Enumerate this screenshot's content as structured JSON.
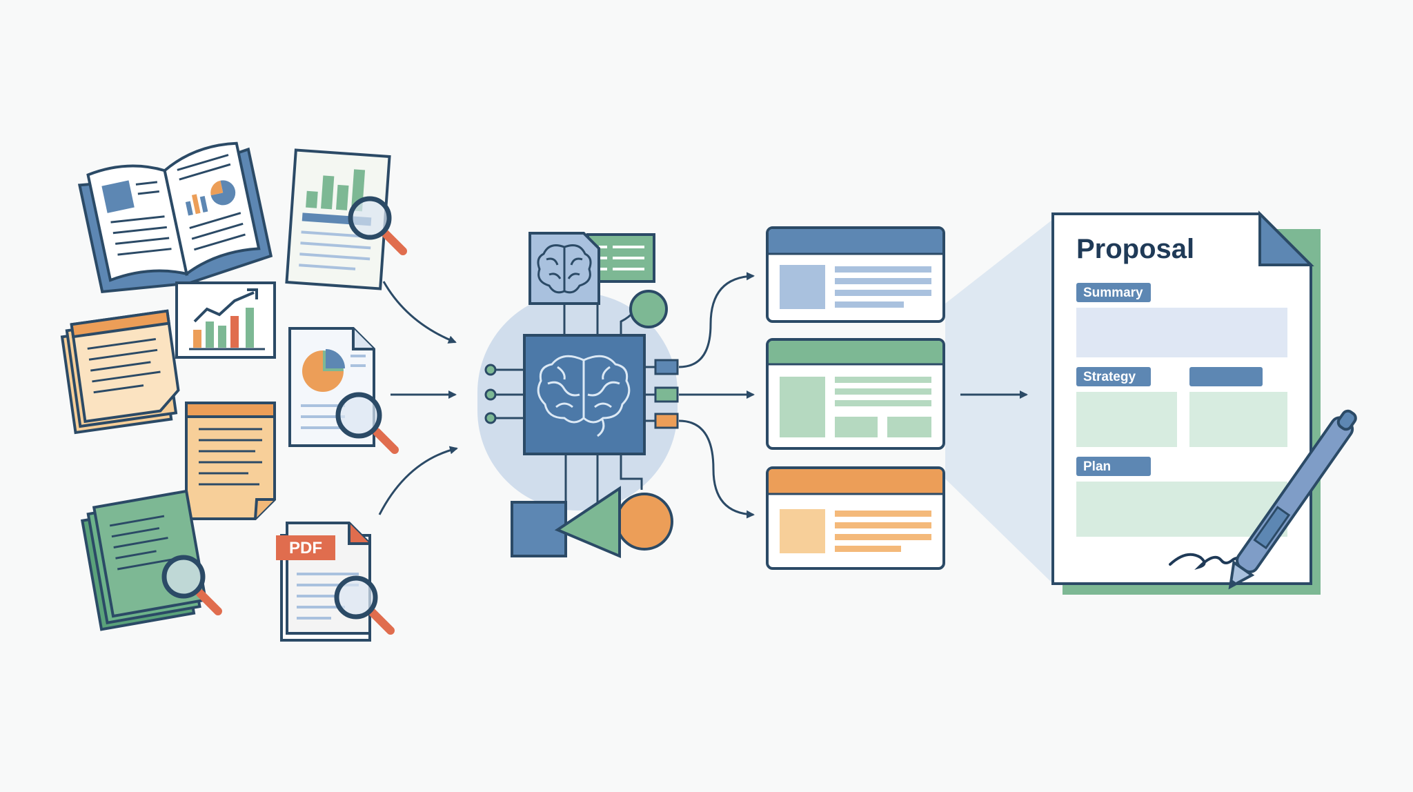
{
  "colors": {
    "ink": "#2b4a66",
    "blue": "#5d87b3",
    "blue_light": "#a9c1de",
    "blue_pale": "#dce6f2",
    "green": "#7db894",
    "green_light": "#cfe6d7",
    "orange": "#ec9e58",
    "orange_light": "#f7cf99",
    "orange_pale": "#fbe3c1",
    "red": "#e06d4e",
    "paper": "#ffffff",
    "background": "#f8f9f9"
  },
  "inputs": {
    "pdf_label": "PDF",
    "items": [
      "open-book-icon",
      "bar-chart-report-icon",
      "line-chart-card-icon",
      "sticky-notes-icon",
      "pie-chart-report-icon",
      "notepad-icon",
      "green-documents-icon",
      "pdf-document-icon"
    ]
  },
  "processor": {
    "icons": [
      "brain-chip-icon",
      "brain-tile-icon",
      "circle-shape-icon",
      "square-shape-icon",
      "triangle-shape-icon"
    ]
  },
  "outputs": {
    "cards": [
      "blue-summary-card",
      "green-strategy-card",
      "orange-plan-card"
    ]
  },
  "proposal": {
    "title": "Proposal",
    "sections": {
      "summary": "Summary",
      "strategy": "Strategy",
      "plan": "Plan"
    }
  }
}
